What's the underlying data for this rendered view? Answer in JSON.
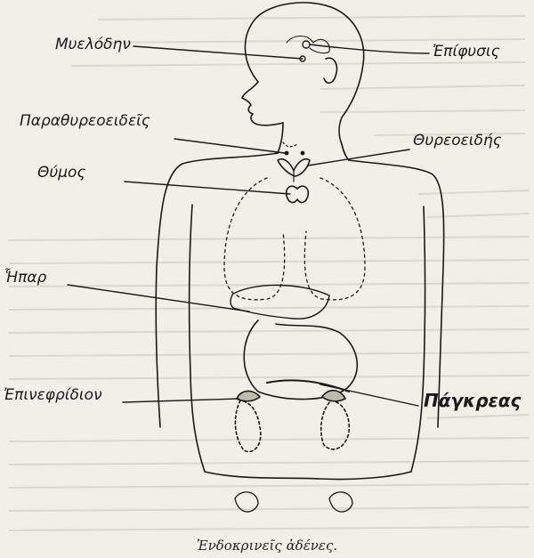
{
  "figure": {
    "labels": {
      "pituitary": "Μυελόδην",
      "pineal": "Ἐπίφυσις",
      "parathyroid": "Παραθυρεοειδεῖς",
      "thyroid": "Θυρεοειδής",
      "thymus": "Θύμος",
      "liver": "Ἧπαρ",
      "adrenal": "Ἐπινεφρίδιον",
      "pancreas": "Πάγκρεας"
    },
    "caption": "Ἐνδοκρινεῖς ἀδένες."
  },
  "colors": {
    "paper": "#f1efe7",
    "ink": "#1a1a1a",
    "bleed_through": "#c9c6bb"
  }
}
